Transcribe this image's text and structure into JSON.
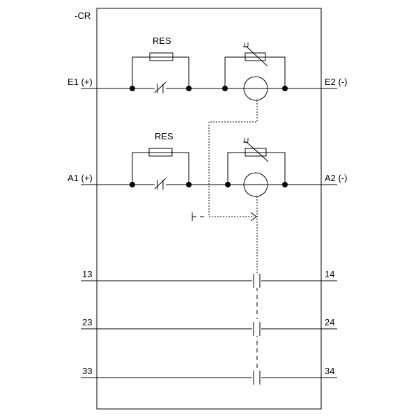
{
  "device": {
    "tag": "-CR"
  },
  "terminals": {
    "e1": "E1 (+)",
    "e2": "E2 (-)",
    "a1": "A1 (+)",
    "a2": "A2 (-)",
    "t13": "13",
    "t14": "14",
    "t23": "23",
    "t24": "24",
    "t33": "33",
    "t34": "34"
  },
  "components": {
    "res_top": "RES",
    "res_bottom": "RES",
    "u_top": "U",
    "u_bottom": "U"
  }
}
